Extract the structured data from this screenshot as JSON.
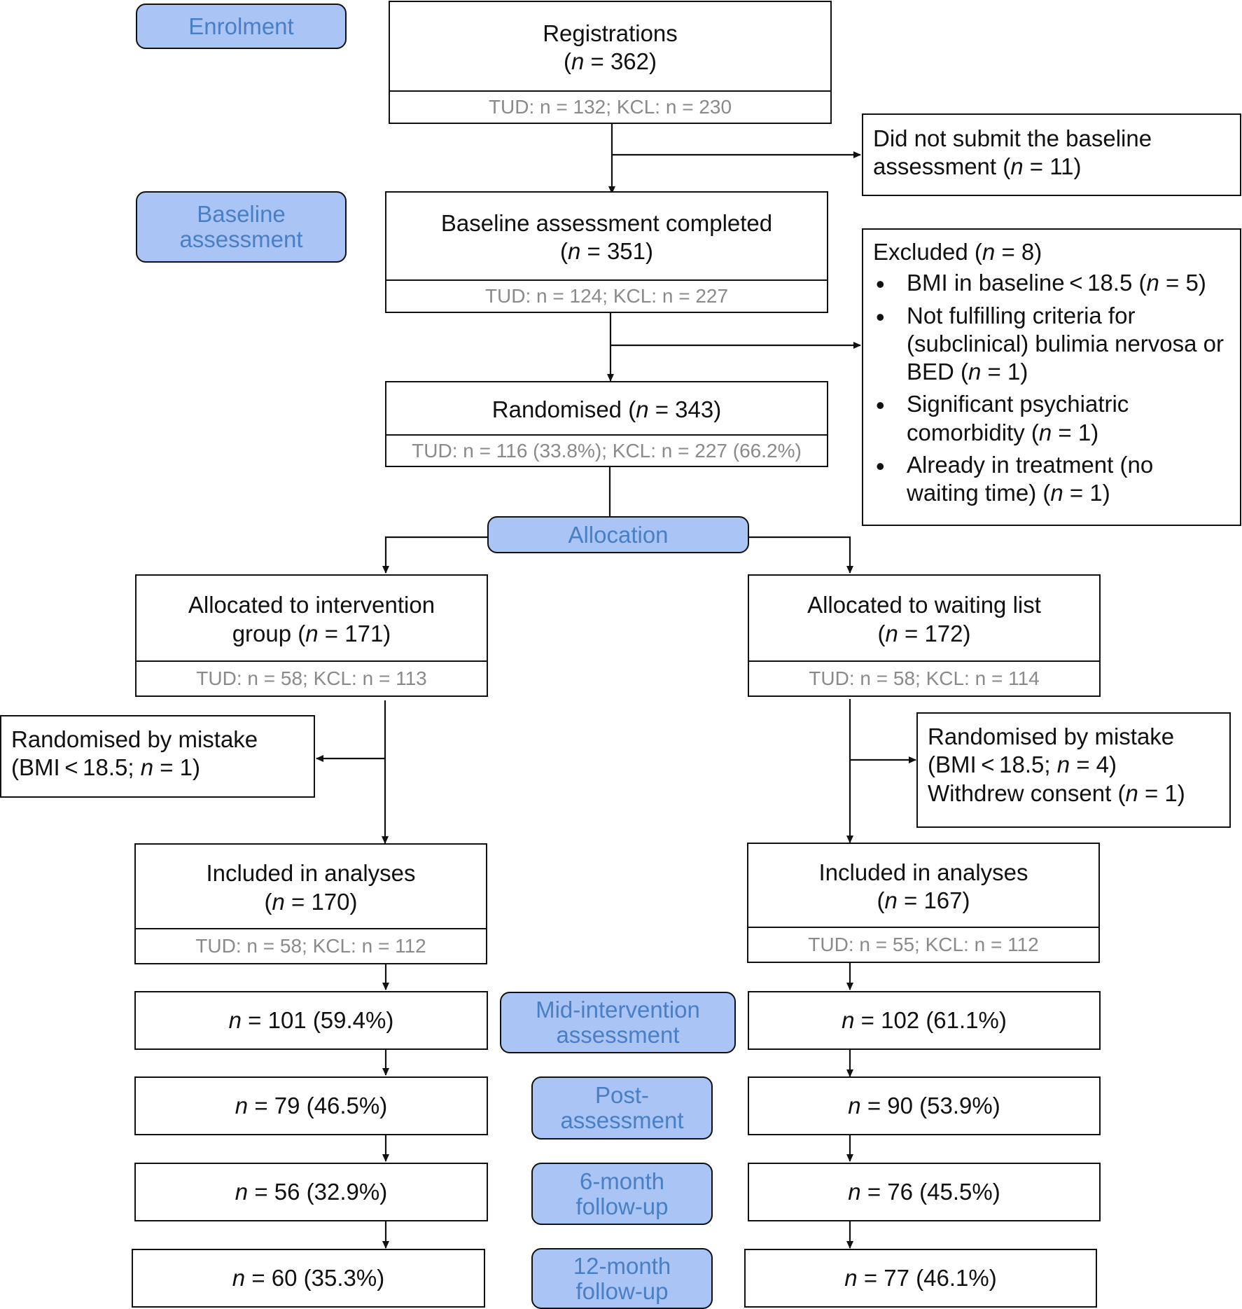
{
  "stages": {
    "enrolment": "Enrolment",
    "baseline_line1": "Baseline",
    "baseline_line2": "assessment",
    "allocation": "Allocation",
    "mid_line1": "Mid-intervention",
    "mid_line2": "assessment",
    "post_line1": "Post-",
    "post_line2": "assessment",
    "six_line1": "6-month",
    "six_line2": "follow-up",
    "twelve_line1": "12-month",
    "twelve_line2": "follow-up"
  },
  "registrations": {
    "label": "Registrations",
    "n_prefix": "(",
    "n_italic": "n",
    "n_value": " = 362)",
    "sub": "TUD: n = 132; KCL: n = 230"
  },
  "baseline_excluded": {
    "line1": "Did not submit the baseline",
    "line2_text": "assessment (",
    "line2_italic": "n",
    "line2_value": " = 11)"
  },
  "baseline": {
    "label": "Baseline assessment completed",
    "n_value": " = 351)",
    "sub": "TUD: n = 124; KCL: n = 227"
  },
  "excluded": {
    "title_text": "Excluded (",
    "title_value": " = 8)",
    "items": [
      {
        "text": "BMI in baseline < 18.5 (",
        "value": " = 5)"
      },
      {
        "text": "Not fulfilling criteria for (subclinical) bulimia nervosa or BED (",
        "value": " = 1)"
      },
      {
        "text": "Significant psychiatric comorbidity (",
        "value": " = 1)"
      },
      {
        "text": "Already in treatment (no waiting time) (",
        "value": " = 1)"
      }
    ]
  },
  "randomised": {
    "label_text": "Randomised (",
    "n_value": " = 343)",
    "sub": "TUD: n = 116 (33.8%); KCL: n = 227 (66.2%)"
  },
  "intervention": {
    "line1": "Allocated to intervention",
    "line2_text": "group (",
    "n_value": " = 171)",
    "sub": "TUD: n = 58; KCL: n = 113"
  },
  "waiting": {
    "line1": "Allocated to waiting list",
    "n_value": " = 172)",
    "sub": "TUD: n = 58; KCL: n = 114"
  },
  "mistake_left": {
    "line1": "Randomised by mistake",
    "line2_text": "(BMI < 18.5; ",
    "line2_value": " = 1)"
  },
  "mistake_right": {
    "line1": "Randomised by mistake",
    "line2_text": "(BMI < 18.5; ",
    "line2_value": " = 4)",
    "line3_text": "Withdrew consent (",
    "line3_value": " = 1)"
  },
  "analyses_left": {
    "line1": "Included in analyses",
    "n_value": " = 170)",
    "sub": "TUD: n = 58; KCL: n = 112"
  },
  "analyses_right": {
    "line1": "Included in analyses",
    "n_value": " = 167)",
    "sub": "TUD: n = 55; KCL: n = 112"
  },
  "followups": {
    "left": [
      " = 101 (59.4%)",
      " = 79 (46.5%)",
      " = 56 (32.9%)",
      " = 60 (35.3%)"
    ],
    "right": [
      " = 102 (61.1%)",
      " = 90 (53.9%)",
      " = 76 (45.5%)",
      " = 77 (46.1%)"
    ]
  },
  "n_symbol": "n"
}
